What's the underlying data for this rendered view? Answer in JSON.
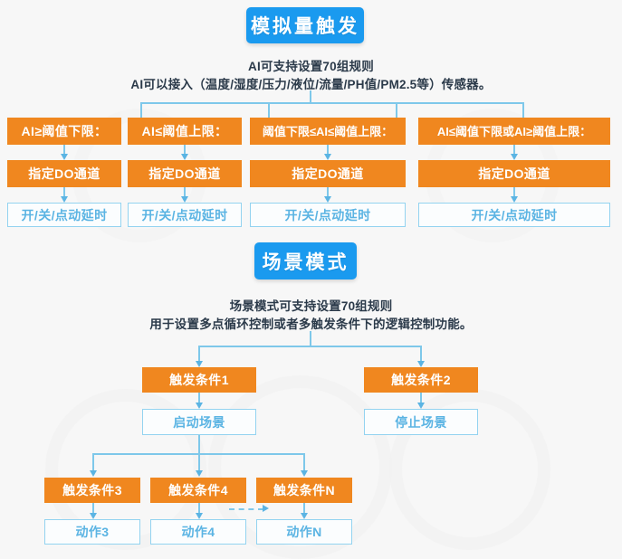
{
  "analog": {
    "banner": "模拟量触发",
    "desc_line1": "AI可支持设置70组规则",
    "desc_line2": "AI可以接入（温度/湿度/压力/液位/流量/PH值/PM2.5等）传感器。",
    "columns": [
      {
        "condition": "AI≥阈值下限：",
        "channel": "指定DO通道",
        "action": "开/关/点动延时"
      },
      {
        "condition": "AI≤阈值上限：",
        "channel": "指定DO通道",
        "action": "开/关/点动延时"
      },
      {
        "condition": "阈值下限≤AI≤阈值上限：",
        "channel": "指定DO通道",
        "action": "开/关/点动延时"
      },
      {
        "condition": "AI≤阈值下限或AI≥阈值上限：",
        "channel": "指定DO通道",
        "action": "开/关/点动延时"
      }
    ]
  },
  "scene": {
    "banner": "场景模式",
    "desc_line1": "场景模式可支持设置70组规则",
    "desc_line2": "用于设置多点循环控制或者多触发条件下的逻辑控制功能。",
    "top_left_trigger": "触发条件1",
    "top_left_action": "启动场景",
    "top_right_trigger": "触发条件2",
    "top_right_action": "停止场景",
    "bottom": [
      {
        "trigger": "触发条件3",
        "action": "动作3"
      },
      {
        "trigger": "触发条件4",
        "action": "动作4"
      },
      {
        "trigger": "触发条件N",
        "action": "动作N"
      }
    ]
  },
  "colors": {
    "banner_blue": "#1a9aef",
    "orange": "#f0871f",
    "outline_border": "#93d3f0",
    "outline_text": "#5bb4e3",
    "connector": "#7ec8ea",
    "background": "#f7f7f7"
  }
}
